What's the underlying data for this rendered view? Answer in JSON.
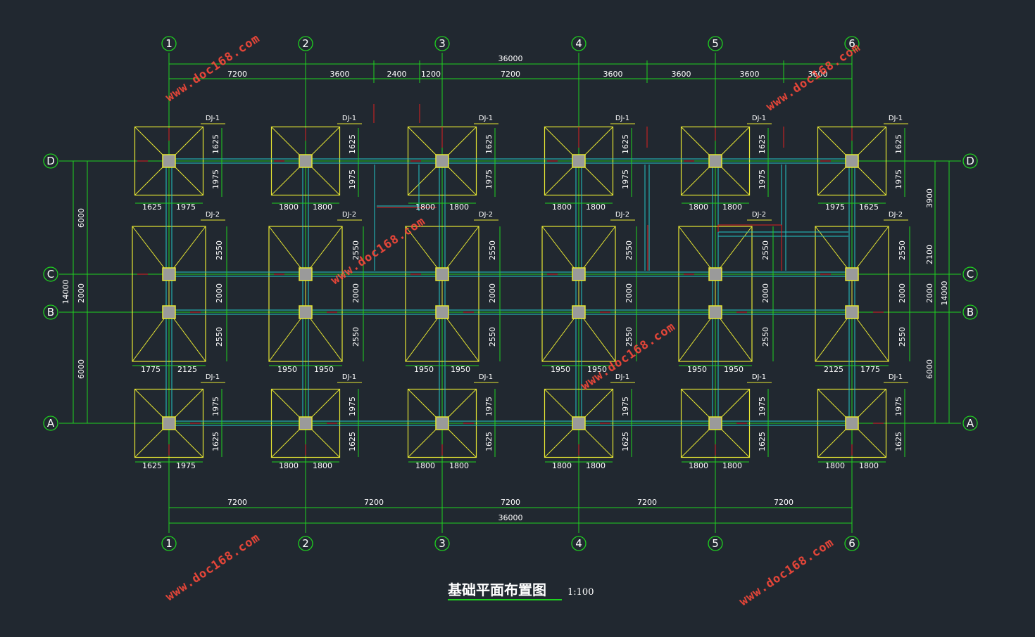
{
  "title": "基础平面布置图",
  "scale": "1:100",
  "watermark": "www.doc168.com",
  "colors": {
    "background": "#212830",
    "grid": "#1fd21f",
    "footing": "#e6e632",
    "beam": "#22c7c7",
    "wall": "#e02020",
    "column": "#9a9a9a",
    "text": "#ffffff"
  },
  "axes": {
    "columns": [
      "1",
      "2",
      "3",
      "4",
      "5",
      "6"
    ],
    "rows": [
      "D",
      "C",
      "B",
      "A"
    ]
  },
  "dims": {
    "top_total": "36000",
    "top_segments": [
      "7200",
      "3600",
      "2400",
      "1200",
      "7200",
      "3600",
      "3600",
      "3600",
      "3600"
    ],
    "bottom_segments": [
      "7200",
      "7200",
      "7200",
      "7200",
      "7200"
    ],
    "bottom_total": "36000",
    "left_segments": [
      "6000",
      "2000",
      "6000"
    ],
    "left_total": "14000",
    "right_segments": [
      "3900",
      "2100",
      "2000",
      "6000"
    ],
    "right_total": "14000"
  },
  "footing_tags": {
    "dj1": "DJ-1",
    "dj2": "DJ-2"
  },
  "footing_dims": {
    "row_d_widths": [
      [
        "1625",
        "1975"
      ],
      [
        "1800",
        "1800"
      ],
      [
        "1800",
        "1800"
      ],
      [
        "1800",
        "1800"
      ],
      [
        "1800",
        "1800"
      ],
      [
        "1975",
        "1625"
      ]
    ],
    "row_d_heights": [
      "1625",
      "1975"
    ],
    "mid_widths": [
      [
        "1775",
        "2125"
      ],
      [
        "1950",
        "1950"
      ],
      [
        "1950",
        "1950"
      ],
      [
        "1950",
        "1950"
      ],
      [
        "1950",
        "1950"
      ],
      [
        "2125",
        "1775"
      ]
    ],
    "mid_heights": [
      "2550",
      "2000",
      "2550"
    ],
    "row_a_widths": [
      [
        "1625",
        "1975"
      ],
      [
        "1800",
        "1800"
      ],
      [
        "1800",
        "1800"
      ],
      [
        "1800",
        "1800"
      ],
      [
        "1800",
        "1800"
      ],
      [
        "1800",
        "1800"
      ]
    ],
    "row_a_heights": [
      "1975",
      "1625"
    ]
  }
}
